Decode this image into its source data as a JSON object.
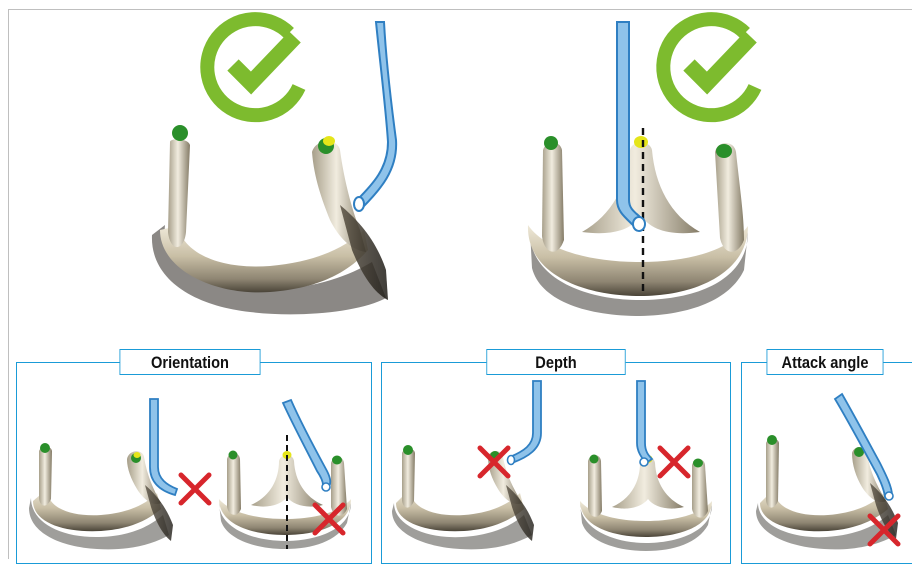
{
  "panels": {
    "orientation": {
      "label": "Orientation"
    },
    "depth": {
      "label": "Depth"
    },
    "attack_angle": {
      "label": "Attack angle"
    }
  },
  "colors": {
    "panel_border": "#1a9bd7",
    "catheter_fill": "#8fc3ea",
    "catheter_stroke": "#2f7fc2",
    "check_green": "#7dbb2e",
    "cross_red": "#d7262c",
    "post_marker_green": "#2a8f2a",
    "post_marker_yellow": "#e5e51a",
    "valve_ring": "#cfc6b0"
  },
  "icons": {
    "correct": "check-circle-icon",
    "wrong": "cross-icon"
  }
}
